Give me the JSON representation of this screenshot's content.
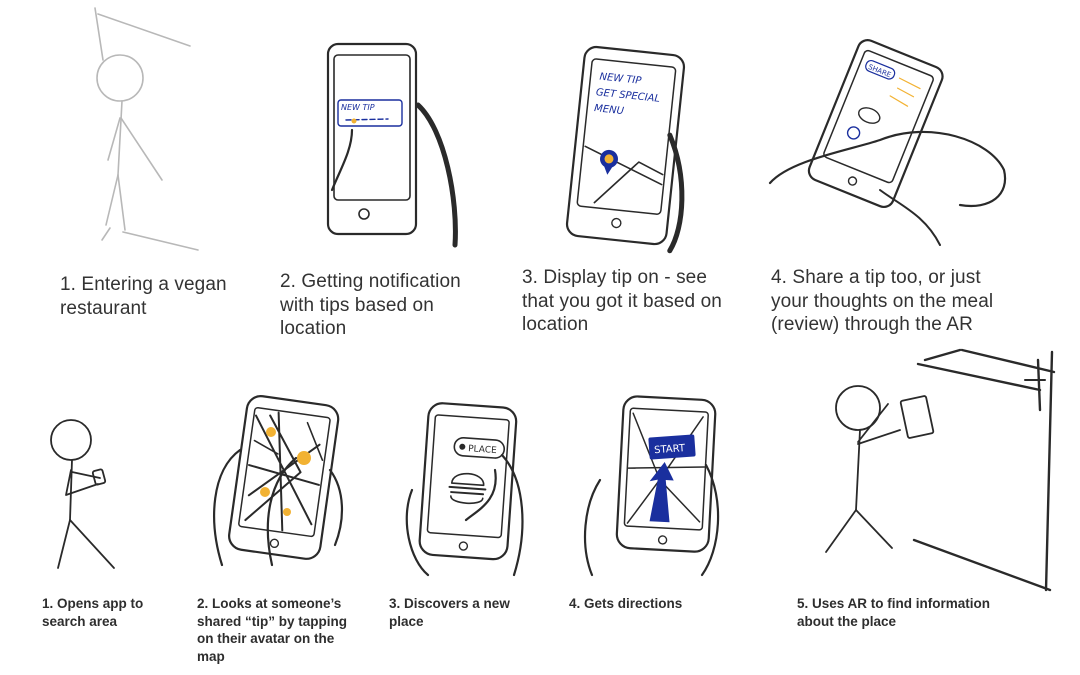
{
  "storyboard_top": {
    "panels": [
      {
        "caption": "1. Entering a vegan restaurant"
      },
      {
        "caption": "2. Getting notification with tips based on location",
        "screen_text": [
          "NEW TIP"
        ]
      },
      {
        "caption": "3. Display tip on - see that you got it based on location",
        "screen_text": [
          "NEW TIP",
          "GET SPECIAL",
          "MENU"
        ]
      },
      {
        "caption": "4. Share a tip too, or just your thoughts on the meal (review) through the AR",
        "screen_text": [
          "SHARE"
        ]
      }
    ]
  },
  "storyboard_bottom": {
    "panels": [
      {
        "caption": "1. Opens app to search area"
      },
      {
        "caption": "2. Looks at someone’s shared “tip” by tapping on their avatar on the map"
      },
      {
        "caption": "3. Discovers a new place",
        "screen_text": [
          "PLACE"
        ]
      },
      {
        "caption": "4. Gets directions",
        "screen_text": [
          "START"
        ]
      },
      {
        "caption": "5. Uses AR to find information about the place"
      }
    ]
  },
  "colors": {
    "ink": "#2a2a2a",
    "light_ink": "#b5b5b5",
    "accent_blue": "#1a2f9e",
    "accent_yellow": "#f2b233"
  }
}
